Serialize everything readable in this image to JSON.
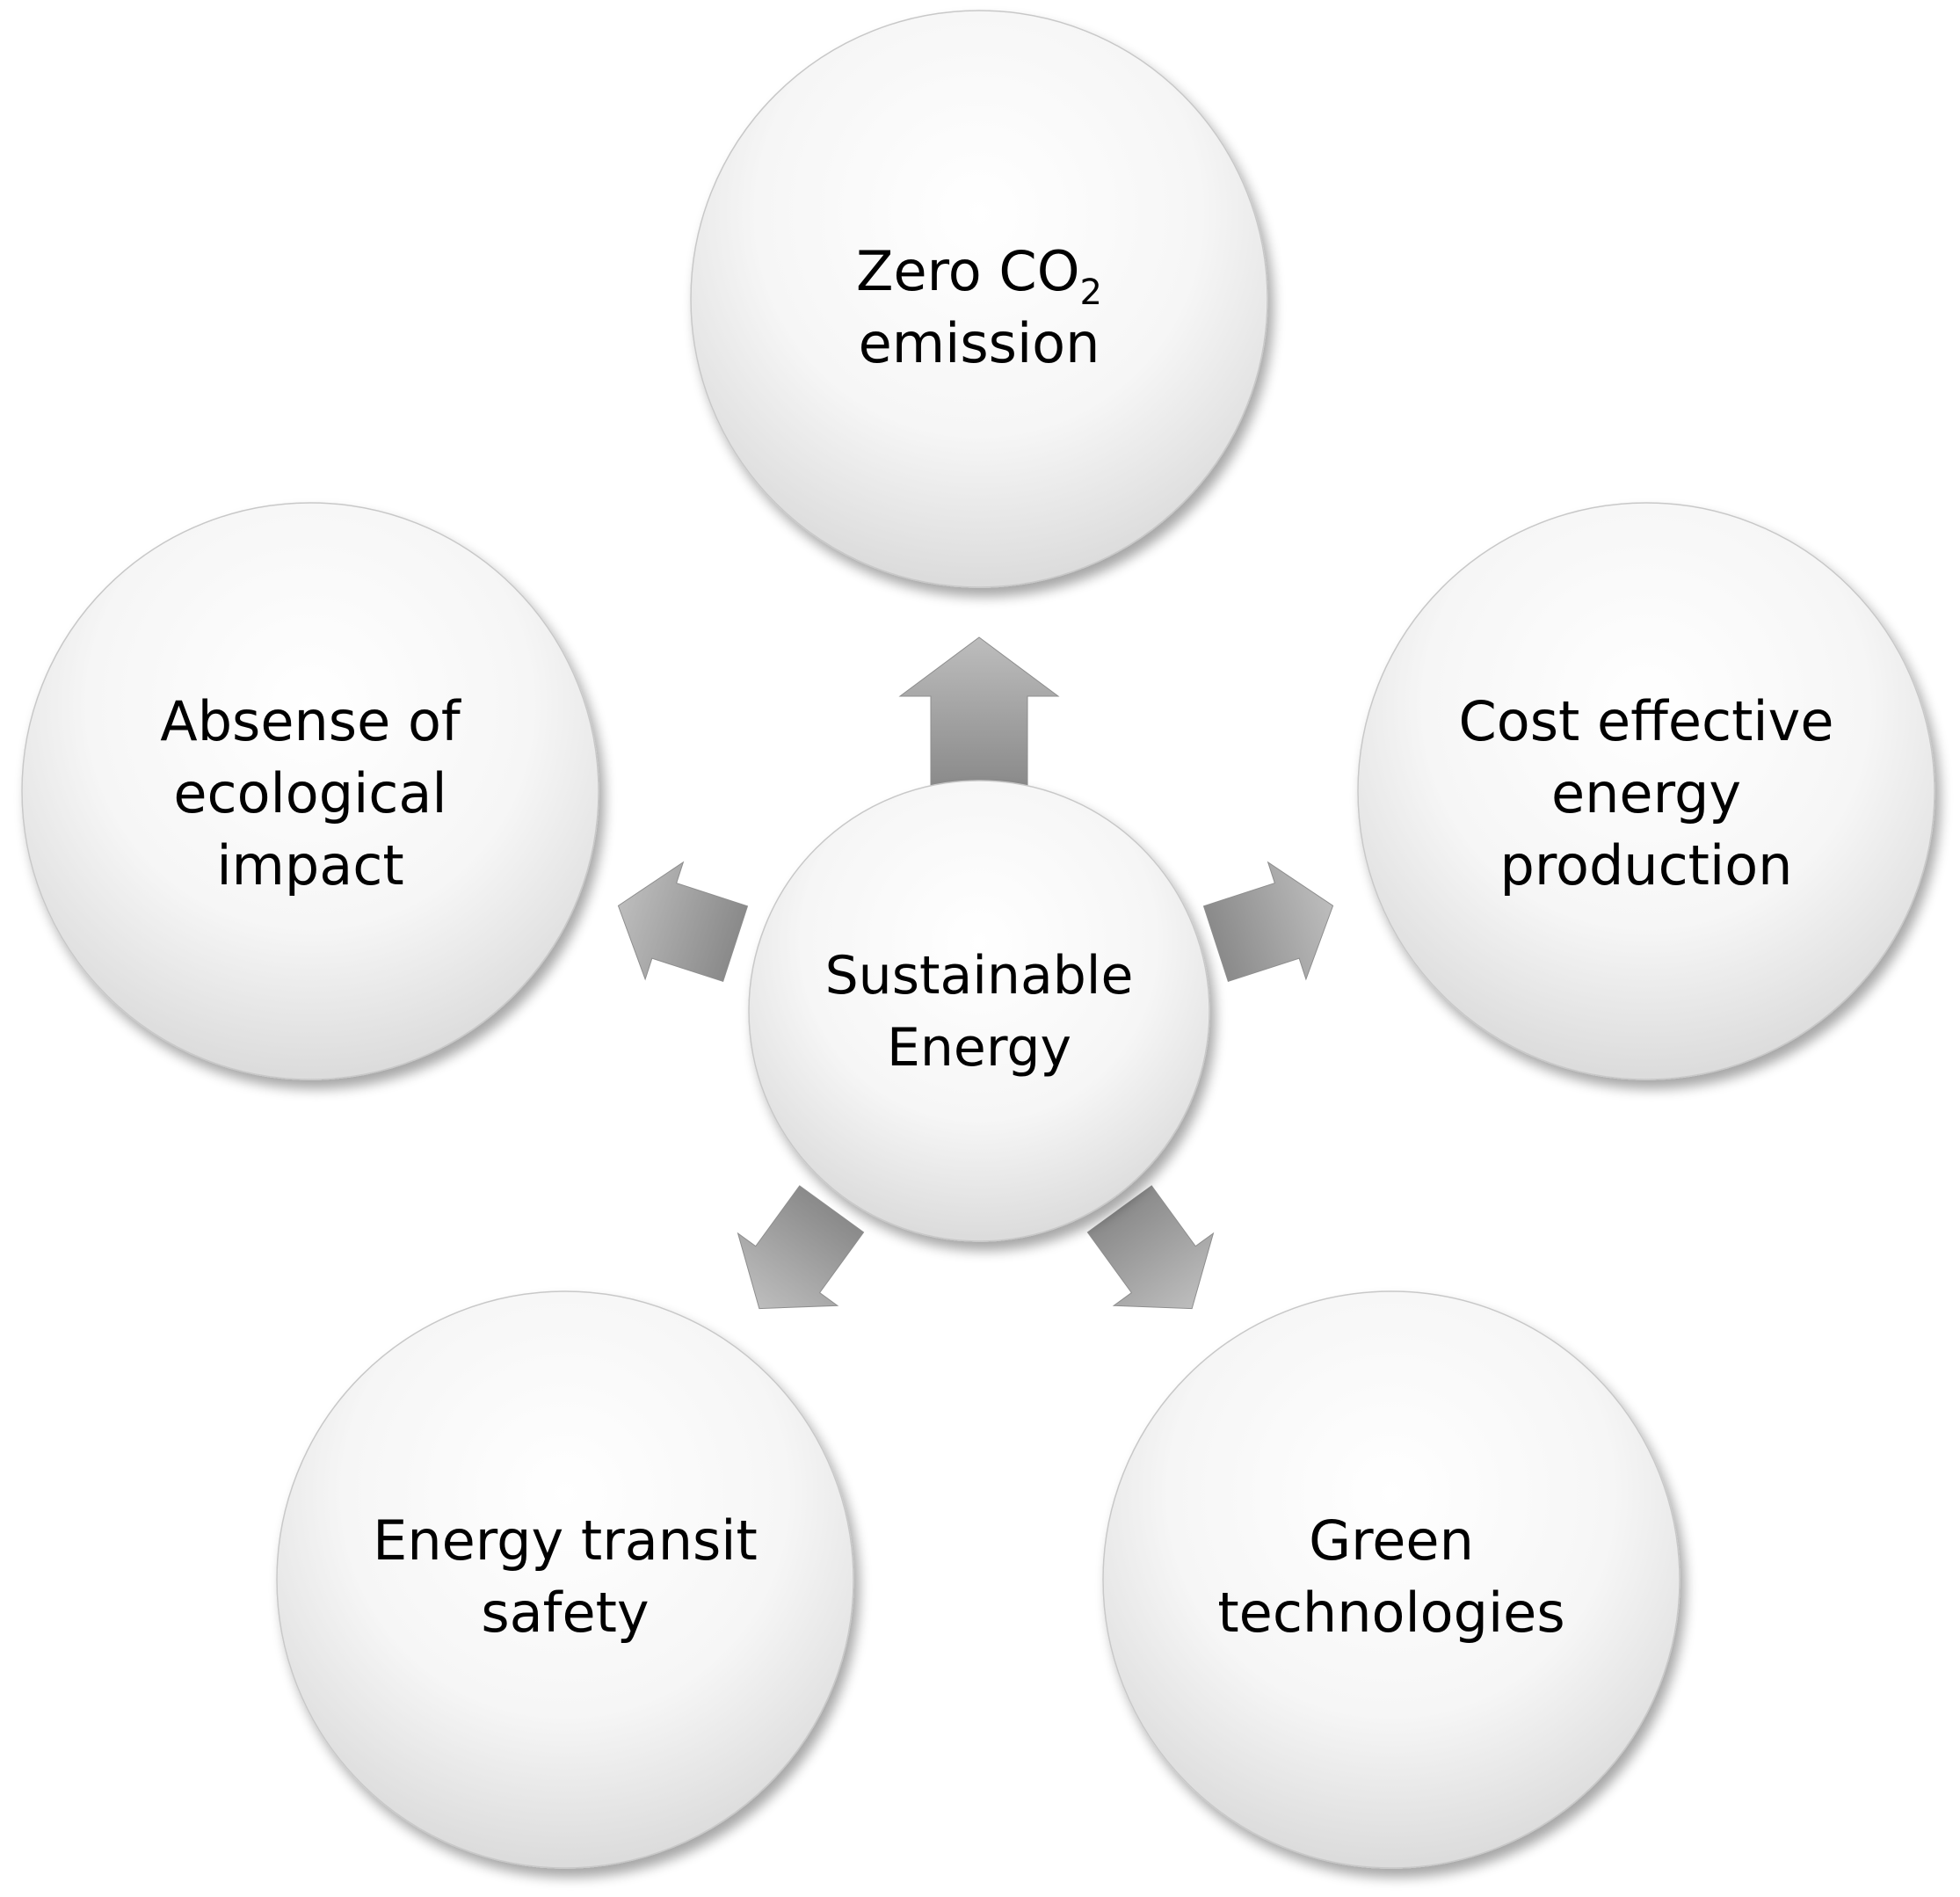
{
  "center": {
    "line1": "Sustainable",
    "line2": "Energy"
  },
  "nodes": {
    "top": {
      "line1_main": "Zero CO",
      "line1_sub": "2",
      "line2": "emission"
    },
    "right": {
      "line1": "Cost effective",
      "line2": "energy",
      "line3": "production"
    },
    "bottom_right": {
      "line1": "Green",
      "line2": "technologies"
    },
    "bottom_left": {
      "line1": "Energy transit",
      "line2": "safety"
    },
    "left": {
      "line1": "Absense of",
      "line2": "ecological",
      "line3": "impact"
    }
  },
  "colors": {
    "circle_light": "#ffffff",
    "circle_dark": "#d9d9d9",
    "arrow_light": "#bdbdbd",
    "arrow_dark": "#8a8a8a"
  }
}
